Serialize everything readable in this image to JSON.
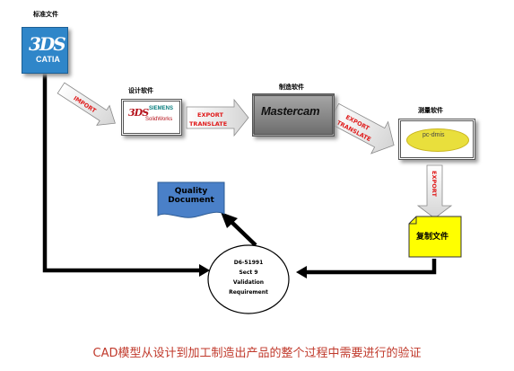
{
  "labels": {
    "standard_software": "标准文件",
    "design_software": "设计软件",
    "manufacturing_software": "制造软件",
    "measurement_software": "测量软件"
  },
  "logos": {
    "catia": "CATIA",
    "ds_mark": "3DS",
    "siemens": "SIEMENS",
    "solidworks": "SolidWorks",
    "mastercam": "Mastercam",
    "pcdmis": "pc-dmis"
  },
  "arrows": {
    "import": "IMPORT",
    "export_1": "EXPORT",
    "translate_1": "TRANSLATE",
    "export_2": "EXPORT",
    "translate_2": "TRANSLATE",
    "export_3": "EXPORT"
  },
  "nodes": {
    "quality_document": [
      "Quality",
      "Document"
    ],
    "copy_file": "复制文件",
    "requirement": [
      "D6-51991",
      "Sect 9",
      "Validation",
      "Requirement"
    ]
  },
  "caption": "CAD模型从设计到加工制造出产品的整个过程中需要进行的验证",
  "colors": {
    "arrow_label": "#e01b1b",
    "catia_blue": "#2f86c9",
    "quality_doc": "#4a80c8",
    "copy_file": "#ffff00",
    "caption": "#c0392b",
    "mastercam": "#8a8a8a",
    "pcdmis_oval": "#e9df3c"
  }
}
